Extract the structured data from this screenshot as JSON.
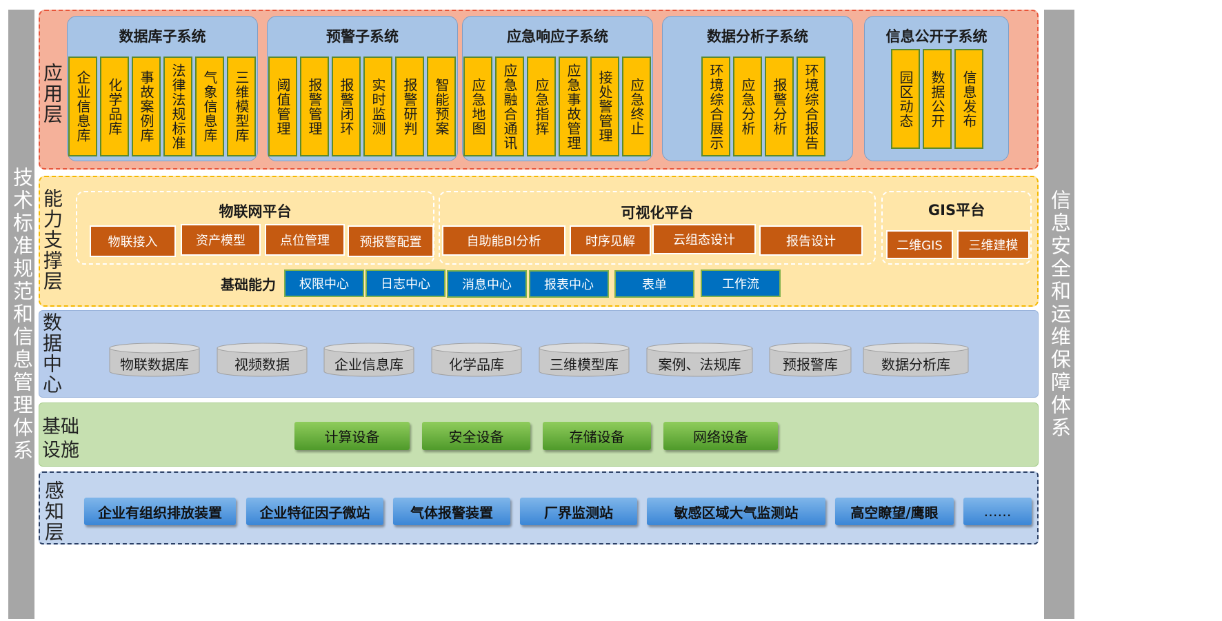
{
  "left_bar": {
    "text": "技术标准规范和信息管理体系"
  },
  "right_bar": {
    "text": "信息安全和运维保障体系"
  },
  "colors": {
    "app_layer": "#f5b19a",
    "capability_layer": "#ffe6a8",
    "data_layer": "#b7ccec",
    "infra_layer": "#c6e0b0",
    "perception_layer": "#c3d5ee",
    "yellow_box": "#ffc000",
    "orange_box": "#c55a11",
    "blue_box": "#0070c0"
  },
  "app_layer": {
    "label": "应用层",
    "subsystems": [
      {
        "title": "数据库子系统",
        "items": [
          "企业信息库",
          "化学品库",
          "事故案例库",
          "法律法规标准",
          "气象信息库",
          "三维模型库"
        ]
      },
      {
        "title": "预警子系统",
        "items": [
          "阈值管理",
          "报警管理",
          "报警闭环",
          "实时监测",
          "报警研判",
          "智能预案"
        ]
      },
      {
        "title": "应急响应子系统",
        "items": [
          "应急地图",
          "应急融合通讯",
          "应急指挥",
          "应急事故管理",
          "接处警管理",
          "应急终止"
        ]
      },
      {
        "title": "数据分析子系统",
        "items": [
          "环境综合展示",
          "应急分析",
          "报警分析",
          "环境综合报告"
        ]
      },
      {
        "title": "信息公开子系统",
        "items": [
          "园区动态",
          "数据公开",
          "信息发布"
        ]
      }
    ]
  },
  "capability_layer": {
    "label": "能力支撑层",
    "platforms": [
      {
        "title": "物联网平台",
        "items": [
          "物联接入",
          "资产模型",
          "点位管理",
          "预报警配置"
        ]
      },
      {
        "title": "可视化平台",
        "items": [
          "自助能BI分析",
          "时序见解",
          "云组态设计",
          "报告设计"
        ]
      },
      {
        "title": "GIS平台",
        "items": [
          "二维GIS",
          "三维建模"
        ]
      }
    ],
    "base": {
      "label": "基础能力",
      "items": [
        "权限中心",
        "日志中心",
        "消息中心",
        "报表中心",
        "表单",
        "工作流"
      ]
    }
  },
  "data_layer": {
    "label": "数据中心",
    "items": [
      "物联数据库",
      "视频数据",
      "企业信息库",
      "化学品库",
      "三维模型库",
      "案例、法规库",
      "预报警库",
      "数据分析库"
    ]
  },
  "infra_layer": {
    "label_line1": "基础",
    "label_line2": "设施",
    "items": [
      "计算设备",
      "安全设备",
      "存储设备",
      "网络设备"
    ]
  },
  "perception_layer": {
    "label": "感知层",
    "items": [
      "企业有组织排放装置",
      "企业特征因子微站",
      "气体报警装置",
      "厂界监测站",
      "敏感区域大气监测站",
      "高空瞭望/鹰眼",
      "……"
    ]
  }
}
